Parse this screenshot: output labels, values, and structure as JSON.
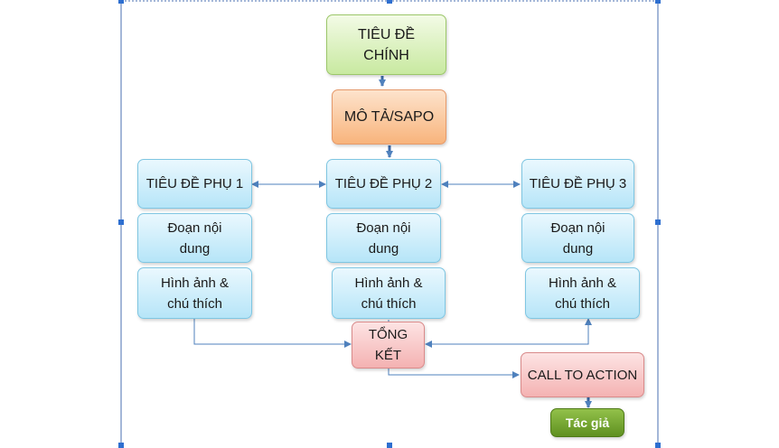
{
  "nodes": {
    "main_title": "TIÊU ĐỀ\nCHÍNH",
    "description": "MÔ TẢ/SAPO",
    "sub1": "TIÊU ĐỀ PHỤ 1",
    "sub2": "TIÊU ĐỀ PHỤ 2",
    "sub3": "TIÊU ĐỀ PHỤ 3",
    "content1": "Đoạn nội\ndung",
    "content2": "Đoạn nội\ndung",
    "content3": "Đoạn nội\ndung",
    "image1": "Hình ảnh &\nchú thích",
    "image2": "Hình ảnh &\nchú thích",
    "image3": "Hình ảnh &\nchú thích",
    "summary": "TỔNG\nKẾT",
    "cta": "CALL TO ACTION",
    "author": "Tác giả"
  },
  "colors": {
    "connector": "#4f81bd",
    "selection_handle": "#2e6fd0",
    "frame_line": "#4a6fb0"
  }
}
